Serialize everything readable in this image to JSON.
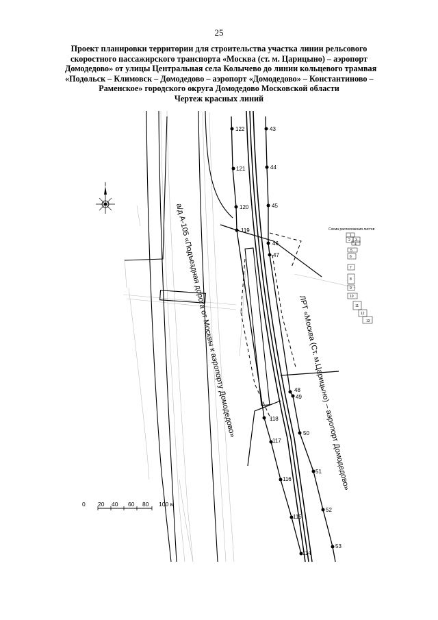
{
  "page_number": "25",
  "title_lines": [
    "Проект планировки территории для строительства участка линии рельсового",
    "скоростного пассажирского транспорта «Москва (ст. м. Царицыно) – аэропорт",
    "Домодедово» от улицы Центральная села Колычево до линии кольцевого трамвая",
    "«Подольск – Климовск – Домодедово – аэропорт «Домодедово» – Константиново –",
    "Раменское» городского округа Домодедово Московской области"
  ],
  "subtitle": "Чертеж красных линий",
  "map": {
    "road_label": "а/д А-105 «Подъездная дорога от Москвы к аэропорту Домодедово»",
    "rail_label": "ЛРТ «Москва (Ст. м.Царицыно) – аэропорт Домодедово»",
    "left_points": [
      "122",
      "121",
      "120",
      "119",
      "118",
      "117",
      "116",
      "115",
      "114"
    ],
    "right_points": [
      "43",
      "44",
      "45",
      "46",
      "47",
      "48",
      "49",
      "50",
      "51",
      "52",
      "53"
    ]
  },
  "scale_bar": {
    "labels": [
      "0",
      "20",
      "40",
      "60",
      "80",
      "100 м"
    ]
  },
  "sheet_scheme": {
    "title": "Схема расположения листов",
    "sheets": [
      "1",
      "2",
      "3",
      "4",
      "5",
      "6",
      "7",
      "8",
      "9",
      "10",
      "11",
      "12",
      "13"
    ]
  },
  "compass": {
    "icon": "compass-rose-icon"
  }
}
